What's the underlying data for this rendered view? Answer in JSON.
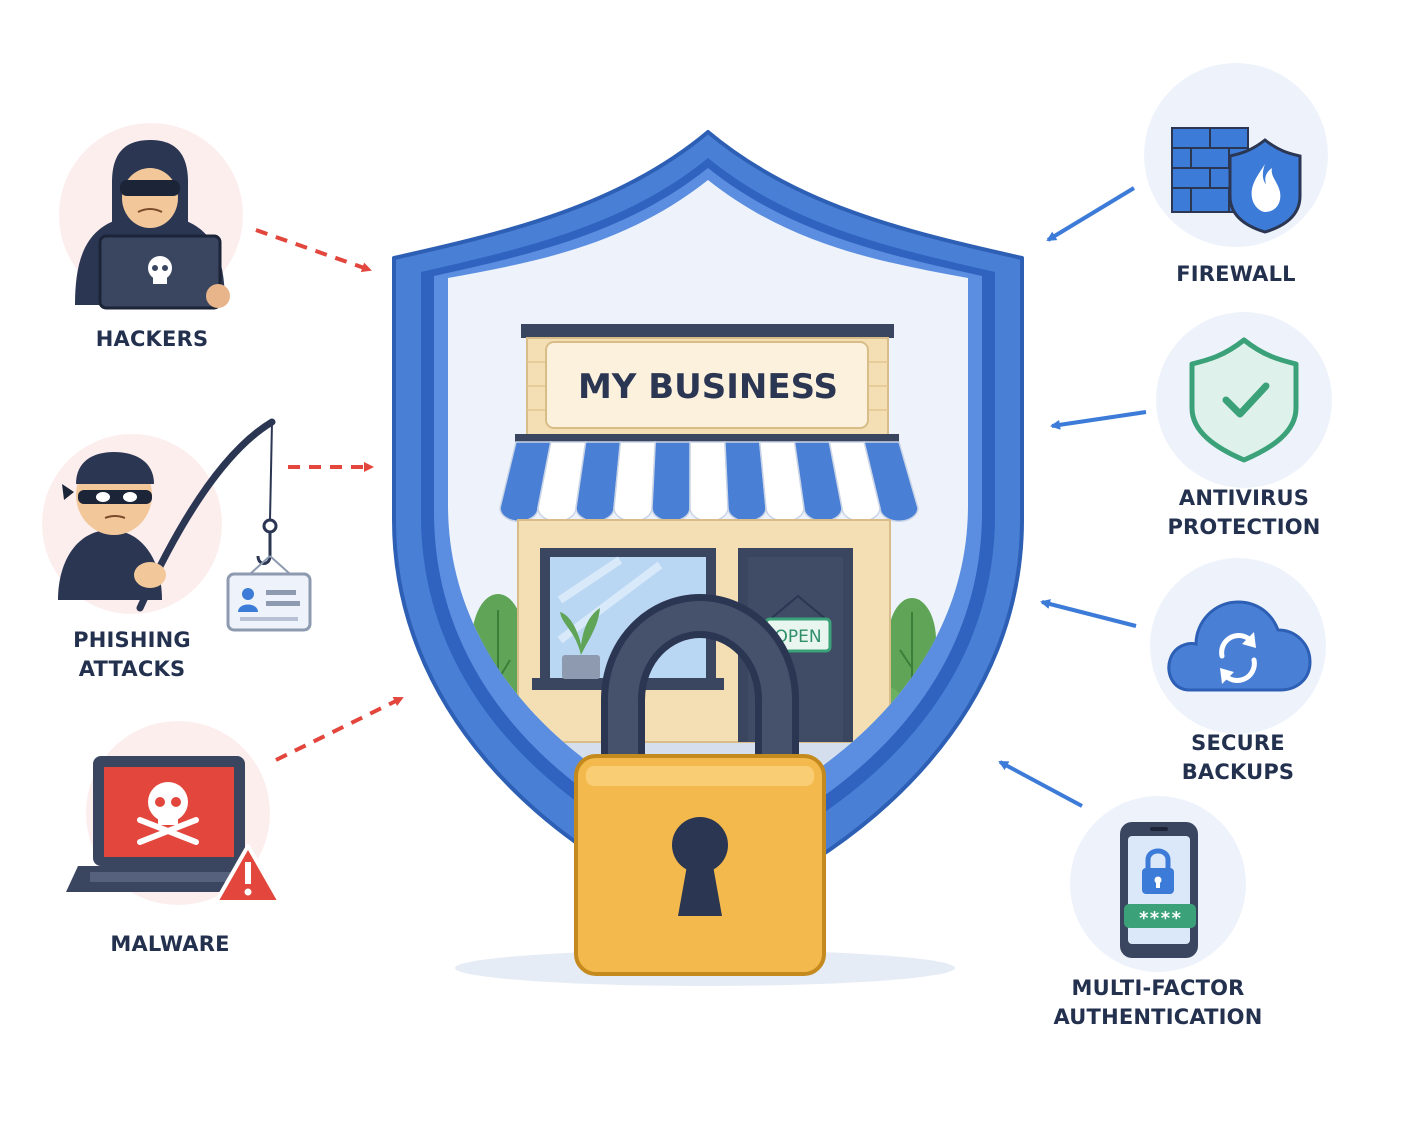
{
  "center": {
    "business_sign": "MY BUSINESS",
    "door_sign": "OPEN",
    "pin_mask": "****"
  },
  "threats": [
    {
      "id": "hackers",
      "lines": [
        "HACKERS"
      ],
      "icon": "hooded-hacker-laptop-icon"
    },
    {
      "id": "phishing",
      "lines": [
        "PHISHING",
        "ATTACKS"
      ],
      "icon": "phishing-hook-icon"
    },
    {
      "id": "malware",
      "lines": [
        "MALWARE"
      ],
      "icon": "infected-laptop-warning-icon"
    }
  ],
  "protections": [
    {
      "id": "firewall",
      "lines": [
        "FIREWALL"
      ],
      "icon": "firewall-shield-icon"
    },
    {
      "id": "antivirus",
      "lines": [
        "ANTIVIRUS",
        "PROTECTION"
      ],
      "icon": "shield-check-icon"
    },
    {
      "id": "backups",
      "lines": [
        "SECURE",
        "BACKUPS"
      ],
      "icon": "cloud-sync-icon"
    },
    {
      "id": "mfa",
      "lines": [
        "MULTI-FACTOR",
        "AUTHENTICATION"
      ],
      "icon": "phone-lock-icon"
    }
  ],
  "colors": {
    "shield_blue": "#4a7fd6",
    "threat_red": "#e2463c",
    "protect_blue": "#3d7bd8",
    "lock_gold": "#f4b94c",
    "text_navy": "#23314f"
  }
}
